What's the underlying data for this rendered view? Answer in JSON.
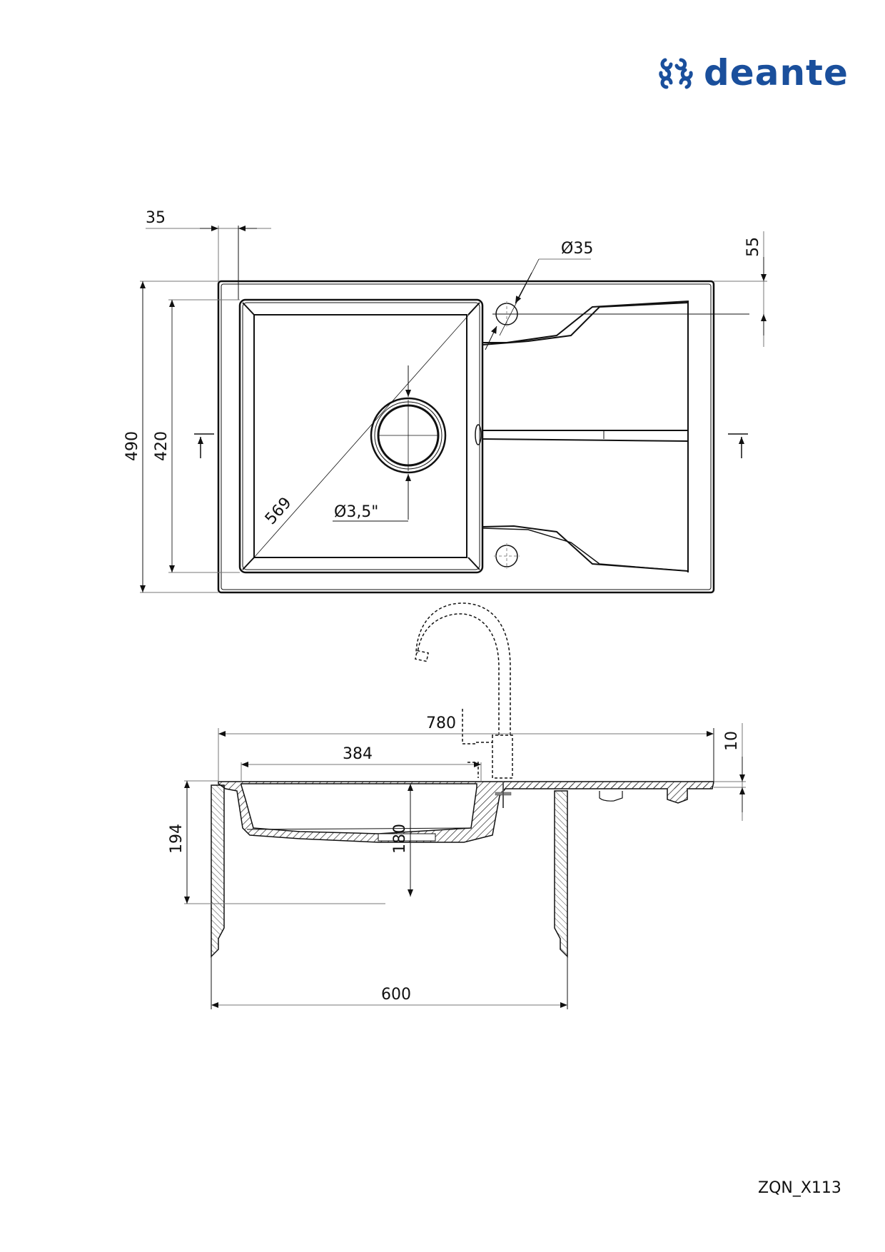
{
  "brand": {
    "name": "deante",
    "logo_icon": "deante-swirl-logo-icon",
    "color": "#1a4f9c"
  },
  "document": {
    "model_code": "ZQN_X113"
  },
  "top_view": {
    "dimensions": {
      "bowl_offset_left": "35",
      "tap_hole_diameter": "Ø35",
      "tap_hole_offset_top": "55",
      "overall_depth": "490",
      "bowl_depth": "420",
      "bowl_diagonal": "569",
      "drain_diameter": "Ø3,5\""
    }
  },
  "side_view": {
    "dimensions": {
      "overall_width": "780",
      "bowl_width": "384",
      "rim_thickness": "10",
      "overall_height": "194",
      "bowl_height": "180",
      "cabinet_width": "600"
    }
  },
  "colors": {
    "line": "#111111",
    "dim_line": "#777777",
    "hatch": "#222222"
  }
}
